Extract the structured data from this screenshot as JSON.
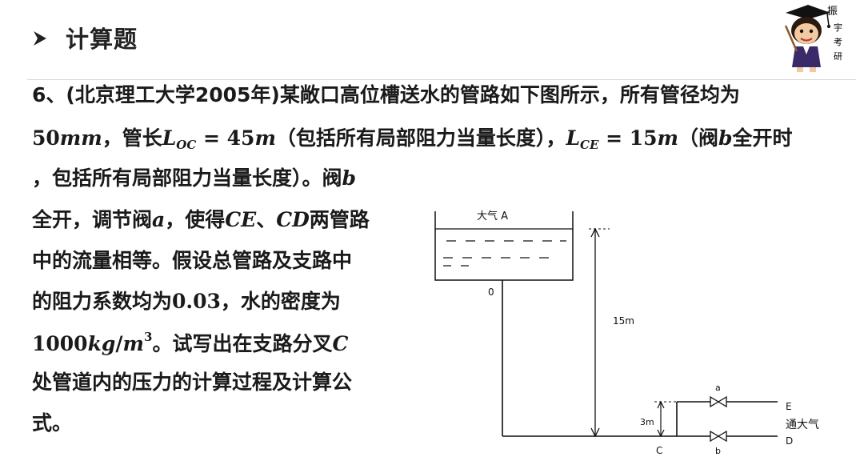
{
  "header": {
    "title": "计算题"
  },
  "logo": {
    "chars": [
      "振",
      "宇",
      "考",
      "研"
    ]
  },
  "problem": {
    "l1": {
      "a": "6、(北京理工大学2005年)某敞口高位槽送水的管路如下图所示，所有管径均为"
    },
    "l2": {
      "a": "50",
      "b": "mm",
      "c": "，管长",
      "d": "L",
      "e": "OC",
      "f": " = 45",
      "g": "m",
      "h": "（包括所有局部阻力当量长度），",
      "i": "L",
      "j": "CE",
      "k": " = 15",
      "l": "m",
      "m": "（阀",
      "n": "b",
      "o": "全开时"
    },
    "l3": {
      "a": "，包括所有局部阻力当量长度）。阀",
      "b": "b"
    },
    "l4": {
      "a": "全开，调节阀",
      "b": "a",
      "c": "，使得",
      "d": "CE",
      "e": "、",
      "f": "CD",
      "g": "两管路"
    },
    "l5": {
      "a": "中的流量相等。假设总管路及支路中"
    },
    "l6": {
      "a": "的阻力系数均为",
      "b": "0.03",
      "c": "，水的密度为"
    },
    "l7": {
      "a": "1000",
      "b": "kg",
      "c": "/",
      "d": "m",
      "e": "3",
      "f": "。试写出在支路分叉",
      "g": "C"
    },
    "l8": {
      "a": "处管道内的压力的计算过程及计算公"
    },
    "l9": {
      "a": "式。"
    }
  },
  "diagram": {
    "tank_label": "大气  A",
    "point_o": "0",
    "height_total": "15m",
    "height_branch": "3m",
    "valve_a": "a",
    "valve_b": "b",
    "point_c": "C",
    "point_e": "E",
    "point_d": "D",
    "atmosphere_outlet": "通大气"
  }
}
